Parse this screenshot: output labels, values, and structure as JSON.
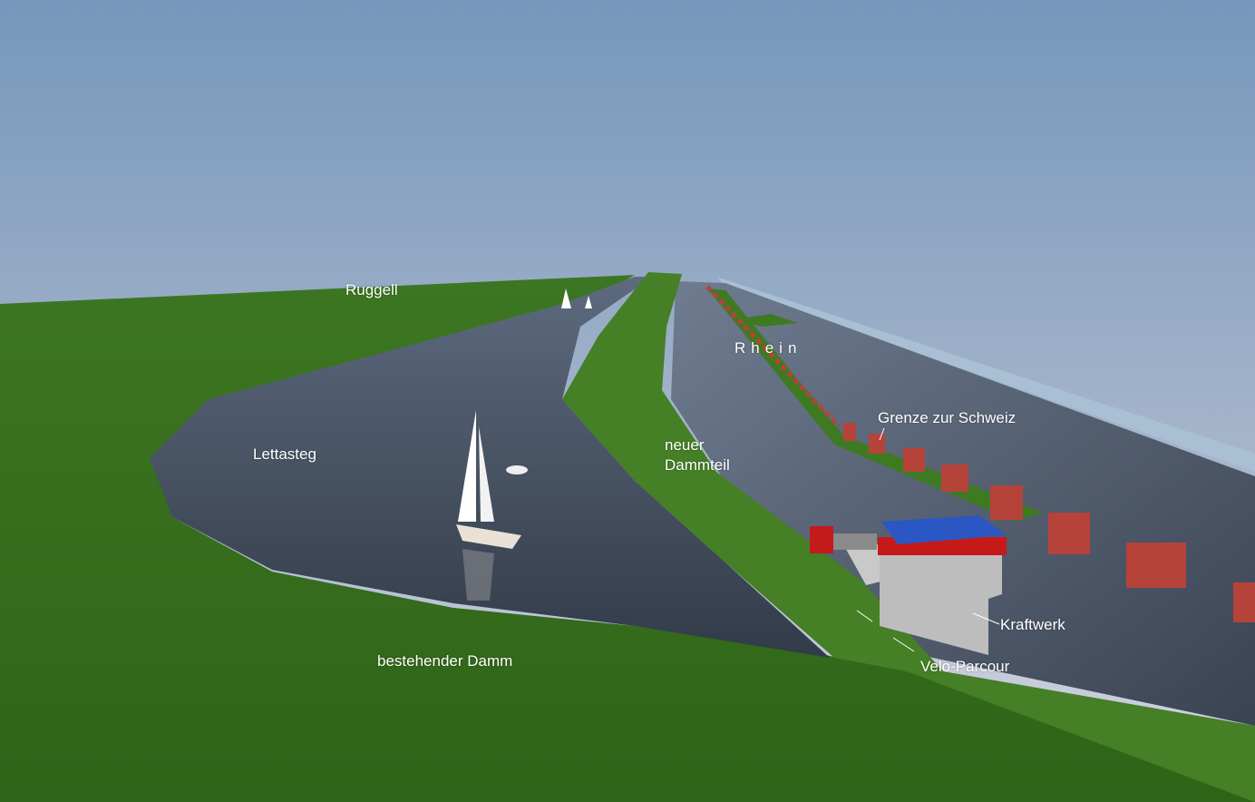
{
  "labels": {
    "ruggell": "Ruggell",
    "lettasteg": "Lettasteg",
    "neuer_dammteil_line1": "neuer",
    "neuer_dammteil_line2": "Dammteil",
    "rhein": "Rhein",
    "grenze": "Grenze zur Schweiz",
    "kraftwerk": "Kraftwerk",
    "velo_parcour": "Velo-Parcour",
    "bestehender_damm": "bestehender Damm"
  },
  "colors": {
    "sky_top": "#7b9bbd",
    "sky_bottom": "#d5d6e2",
    "grass": "#3f7a22",
    "water": "#3c4656",
    "wall": "#b5433a",
    "roof": "#2a57c4",
    "platform": "#c61a1a"
  }
}
